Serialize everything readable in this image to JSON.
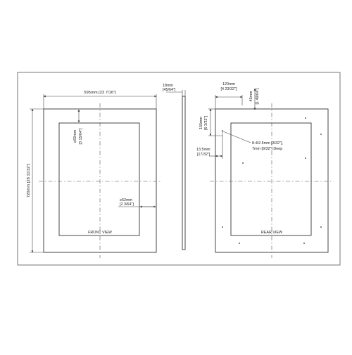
{
  "front": {
    "width_label": "595mm [23 7/16\"]",
    "height_label": "720mm [28 11/32\"]",
    "top_margin_label": "≥82mm",
    "top_margin_imperial": "[3 15/64\"]",
    "side_margin_label": "≥52mm",
    "side_margin_imperial": "[2 3/64\"]",
    "view_label": "FRONT VIEW"
  },
  "side": {
    "thickness_label": "18mm",
    "thickness_imperial": "[45/64\"]"
  },
  "rear": {
    "hole_x_label": "120mm",
    "hole_x_imperial": "[4 23/32\"]",
    "hole_y_label": "45mm",
    "hole_y_imperial": "[1 49/64\"]",
    "hole_top_label": "155mm",
    "hole_top_imperial": "[6 3/32\"]",
    "hole_edge_label": "13.5mm",
    "hole_edge_imperial": "[17/32\"]",
    "holes_line1": "8-Φ2.5mm [3/32\"],",
    "holes_line2": "7mm [9/32\"] Deep",
    "view_label": "REAR VIEW"
  }
}
